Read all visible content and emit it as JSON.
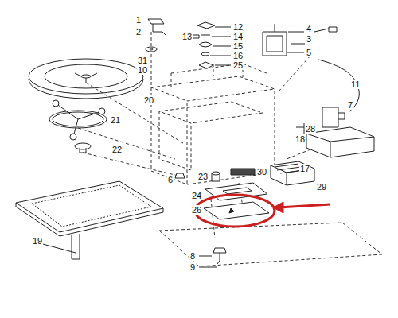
{
  "diagram": {
    "labels": [
      "1",
      "2",
      "31",
      "10",
      "12",
      "13",
      "14",
      "15",
      "16",
      "25",
      "4",
      "3",
      "5",
      "11",
      "7",
      "28",
      "18",
      "17",
      "29",
      "30",
      "20",
      "21",
      "22",
      "6",
      "23",
      "24",
      "26",
      "8",
      "9",
      "19"
    ]
  }
}
